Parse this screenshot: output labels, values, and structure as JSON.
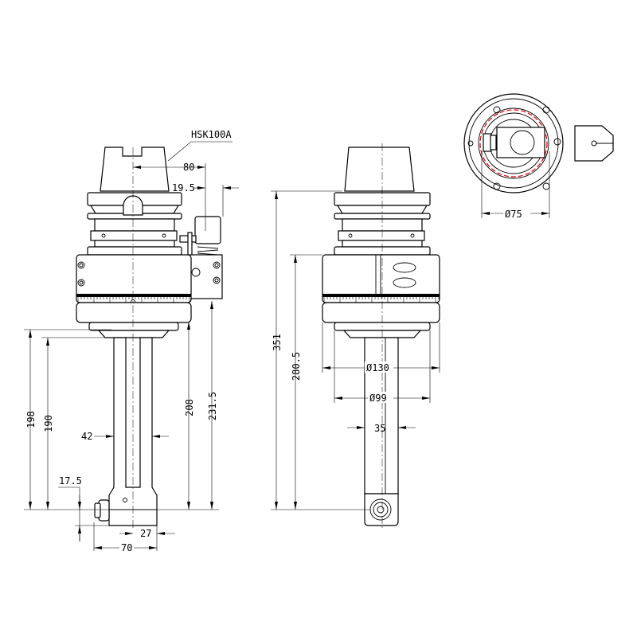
{
  "drawing": {
    "callout": "HSK100A",
    "side_view": {
      "dim_80": "80",
      "dim_19_5": "19.5",
      "dim_198": "198",
      "dim_190": "190",
      "dim_208": "208",
      "dim_231_5": "231.5",
      "dim_42": "42",
      "dim_17_5": "17.5",
      "dim_27": "27",
      "dim_70": "70"
    },
    "front_view": {
      "dim_351": "351",
      "dim_280_5": "280.5",
      "dim_130": "Ø130",
      "dim_99": "Ø99",
      "dim_35": "35"
    },
    "top_view": {
      "dim_75": "Ø75"
    },
    "accent_color": "#e00000"
  }
}
